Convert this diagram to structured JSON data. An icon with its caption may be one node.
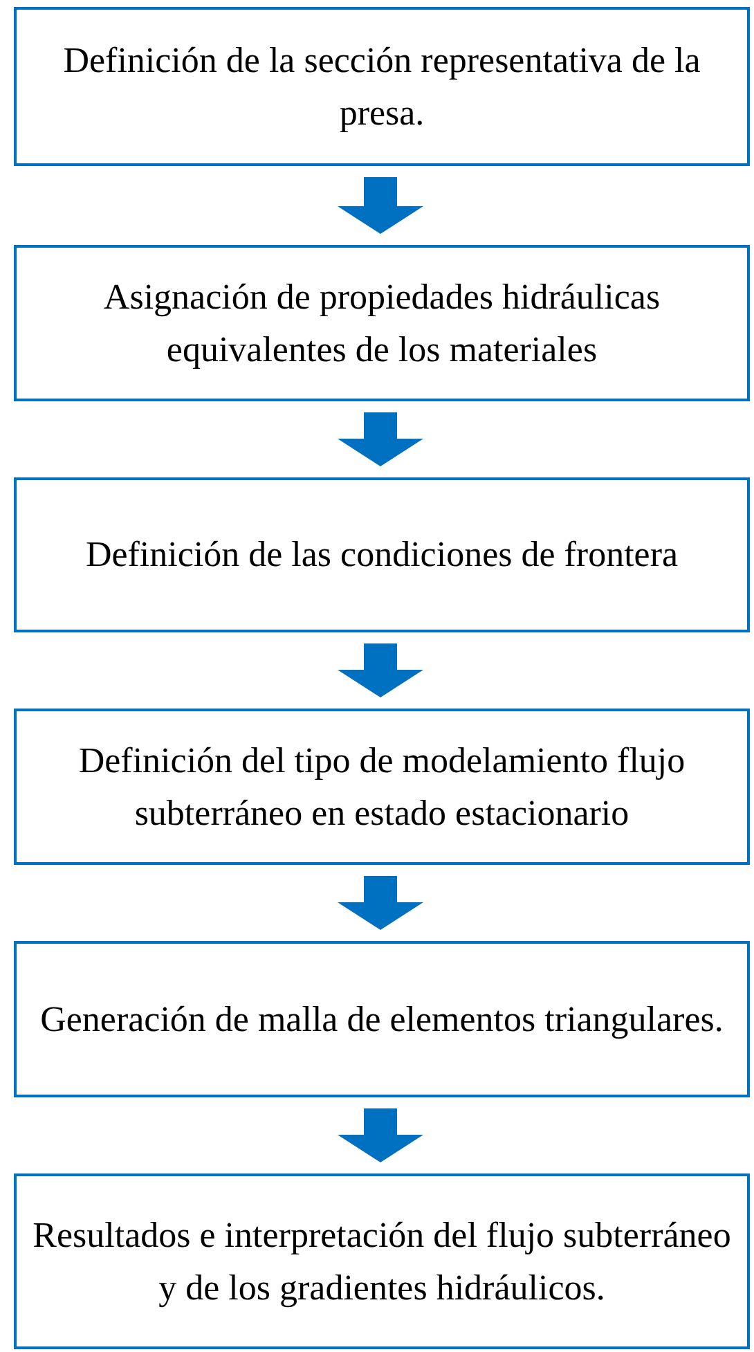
{
  "diagram": {
    "nodes": [
      {
        "text": [
          "Definición de la sección representativa de la presa."
        ]
      },
      {
        "text": [
          "Asignación de propiedades hidráulicas equivalentes de los materiales"
        ]
      },
      {
        "text": [
          "Definición de las condiciones de frontera"
        ]
      },
      {
        "text": [
          "Definición del tipo de modelamiento flujo subterráneo en estado estacionario"
        ]
      },
      {
        "text": [
          "Generación de malla de elementos triangulares."
        ]
      },
      {
        "text": [
          "Resultados e interpretación del flujo subterráneo y de los gradientes hidráulicos."
        ]
      }
    ],
    "edges": [
      {
        "from": 0,
        "to": 1,
        "arrow": "to"
      },
      {
        "from": 1,
        "to": 2,
        "arrow": "to"
      },
      {
        "from": 2,
        "to": 3,
        "arrow": "to"
      },
      {
        "from": 3,
        "to": 4,
        "arrow": "to"
      },
      {
        "from": 4,
        "to": 5,
        "arrow": "to"
      }
    ]
  }
}
